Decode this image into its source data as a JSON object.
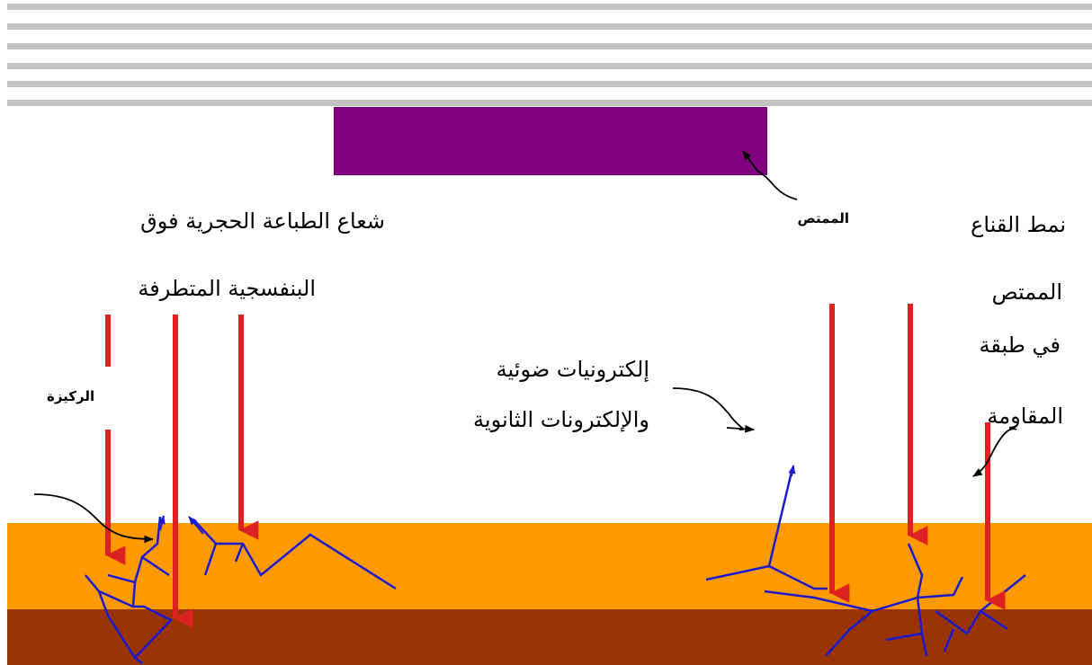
{
  "labels": {
    "euv_line1": "شعاع الطباعة الحجرية  فوق",
    "euv_line2": "البنفسجية المتطرفة",
    "absorber": "الممتص",
    "mask_line1": "نمط القناع",
    "mask_line2": "الممتص",
    "mask_line3": "في طبقة",
    "mask_line4": "المقاومة",
    "electrons_line1": "إلكترونيات ضوئية",
    "electrons_line2": "والإلكترونات الثانوية",
    "focus": "الركيزة"
  },
  "colors": {
    "mirror_stripe": "#c3c3c3",
    "absorber": "#800080",
    "resist": "#ff9900",
    "substrate": "#993300",
    "beam": "#dd2222",
    "electron_track": "#1a1ad0"
  }
}
